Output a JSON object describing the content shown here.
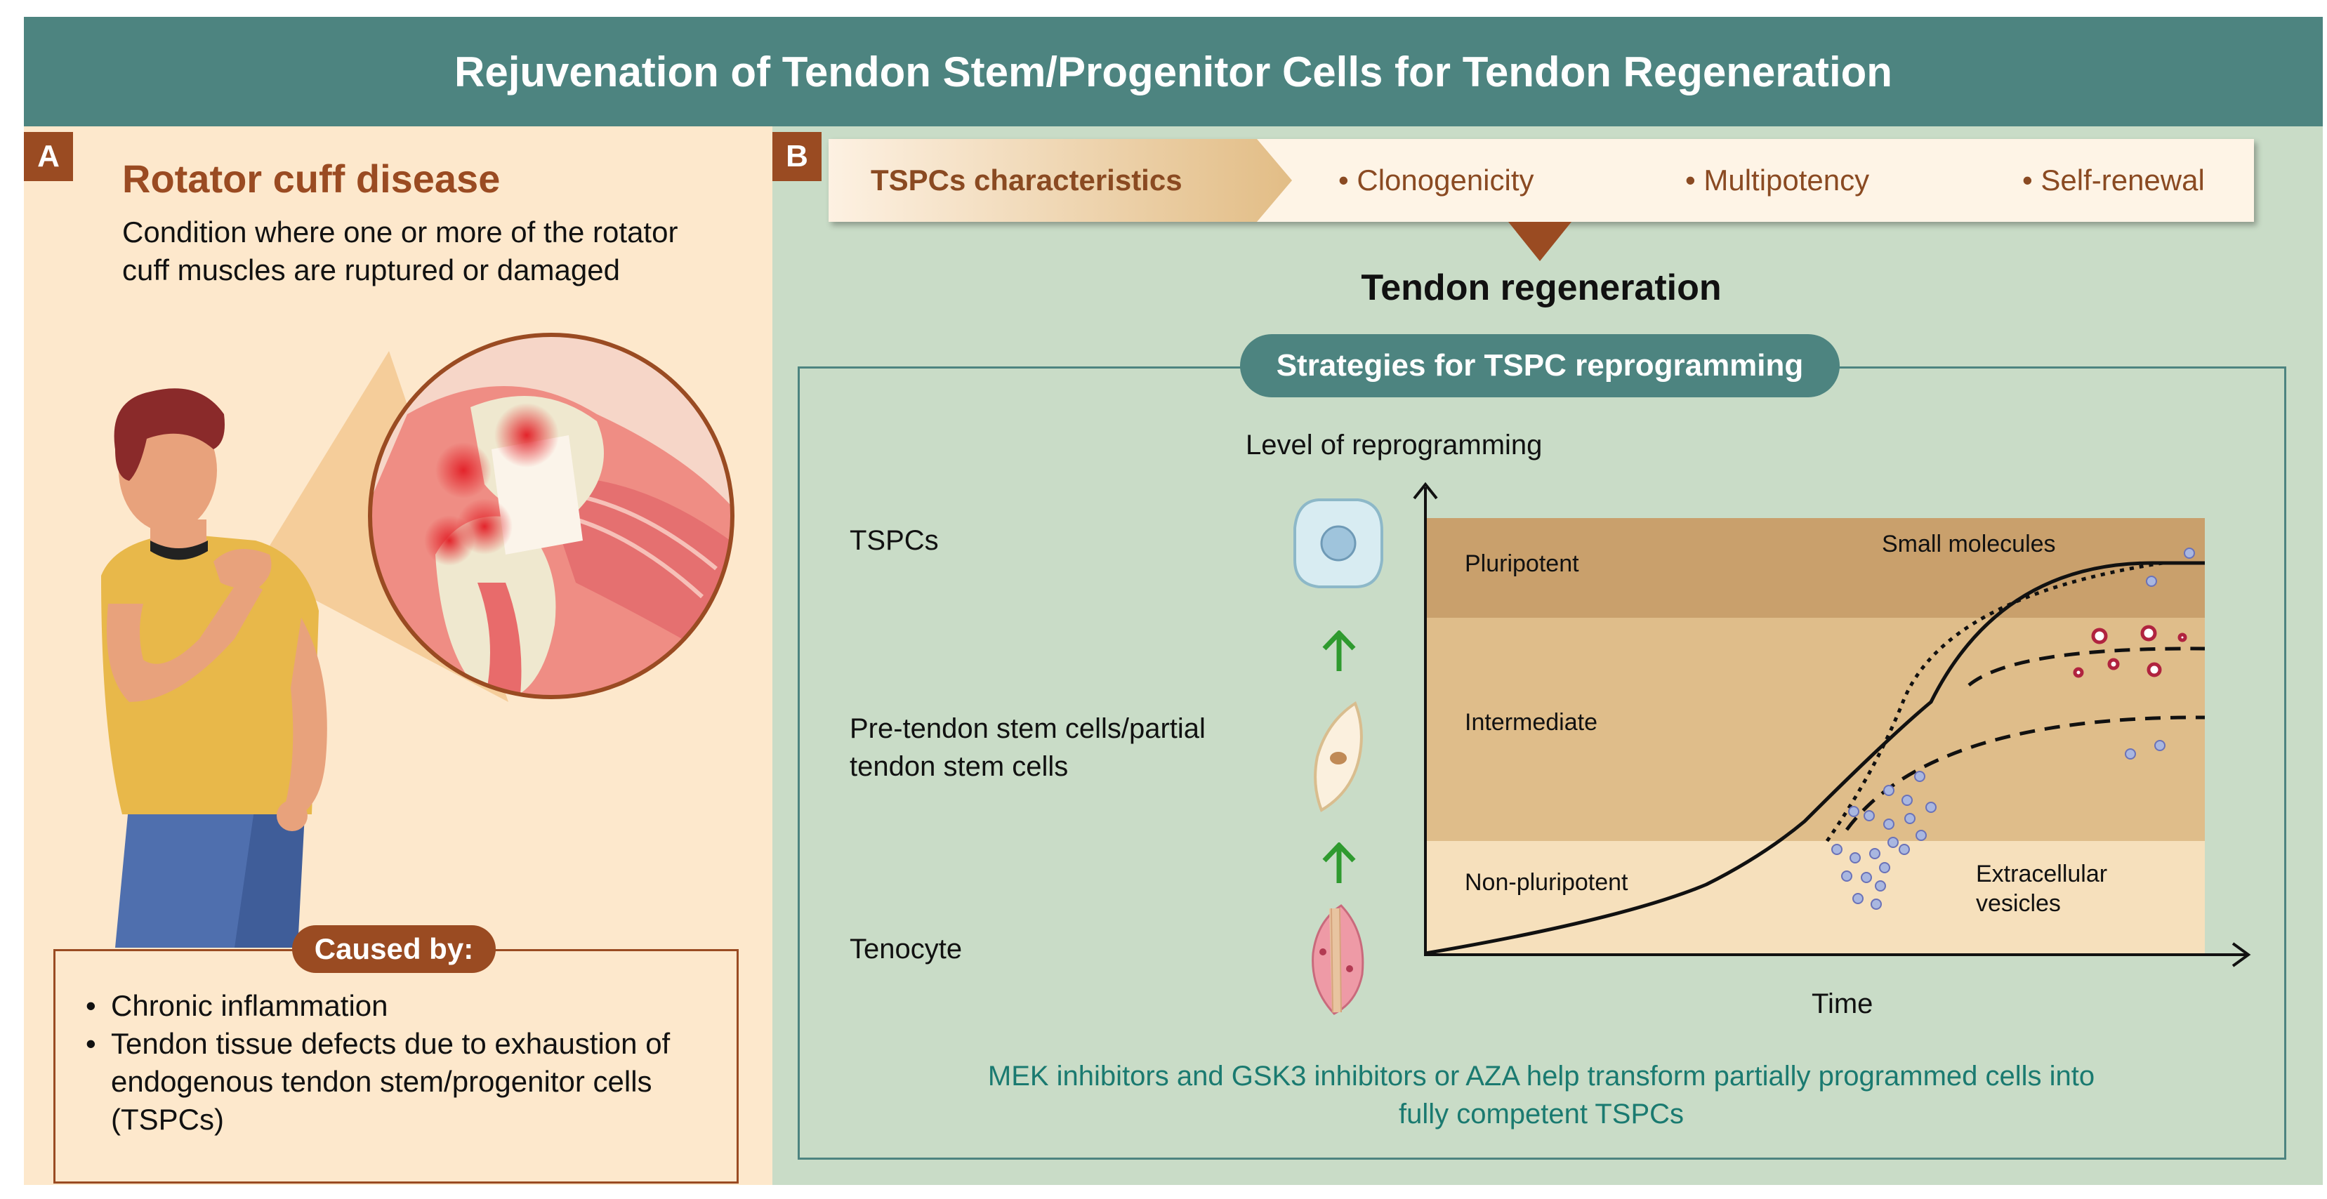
{
  "title": "Rejuvenation of Tendon Stem/Progenitor Cells for Tendon Regeneration",
  "panel_a": {
    "tag": "A",
    "heading": "Rotator cuff disease",
    "description_line1": "Condition where one or more of the rotator",
    "description_line2": "cuff muscles are ruptured or damaged",
    "caused_by_label": "Caused by:",
    "causes": [
      {
        "bullet": "•",
        "line1": "Chronic inflammation"
      },
      {
        "bullet": "•",
        "line1": "Tendon tissue defects due to exhaustion of",
        "line2": "endogenous tendon stem/progenitor cells",
        "line3": "(TSPCs)"
      }
    ]
  },
  "panel_b": {
    "tag": "B",
    "characteristics_label": "TSPCs characteristics",
    "characteristics": [
      "• Clonogenicity",
      "• Multipotency",
      "• Self-renewal"
    ],
    "outcome": "Tendon regeneration",
    "strategies_label": "Strategies for TSPC reprogramming",
    "cell_types": [
      {
        "line1": "TSPCs",
        "line2": ""
      },
      {
        "line1": "Pre-tendon stem cells/partial",
        "line2": "tendon stem cells"
      },
      {
        "line1": "Tenocyte",
        "line2": ""
      }
    ],
    "y_axis_label": "Level of reprogramming",
    "x_axis_label": "Time",
    "zones": [
      "Pluripotent",
      "Intermediate",
      "Non-pluripotent"
    ],
    "annotations": {
      "small_molecules": "Small molecules",
      "ev_line1": "Extracellular",
      "ev_line2": "vesicles"
    },
    "footnote_line1": "MEK inhibitors and GSK3 inhibitors or AZA help transform partially programmed cells into",
    "footnote_line2": "fully competent TSPCs"
  },
  "colors": {
    "title_bar": "#4d8480",
    "accent_brown": "#9a4b22",
    "panel_a_bg": "#fde8cc",
    "panel_b_bg": "#c9dcc7",
    "zone_pluripotent": "#c9a06c",
    "zone_intermediate": "#dfbd8a",
    "zone_non_pluripotent": "#f6e0bc",
    "teal_text": "#1a7a70",
    "arrow_green": "#2f9a2f"
  },
  "icons": [
    "man-holding-shoulder-illustration",
    "shoulder-anatomy-icon",
    "tspc-cell-icon",
    "pre-tendon-cell-icon",
    "tenocyte-icon",
    "up-arrow-icon",
    "vesicle-icon"
  ]
}
